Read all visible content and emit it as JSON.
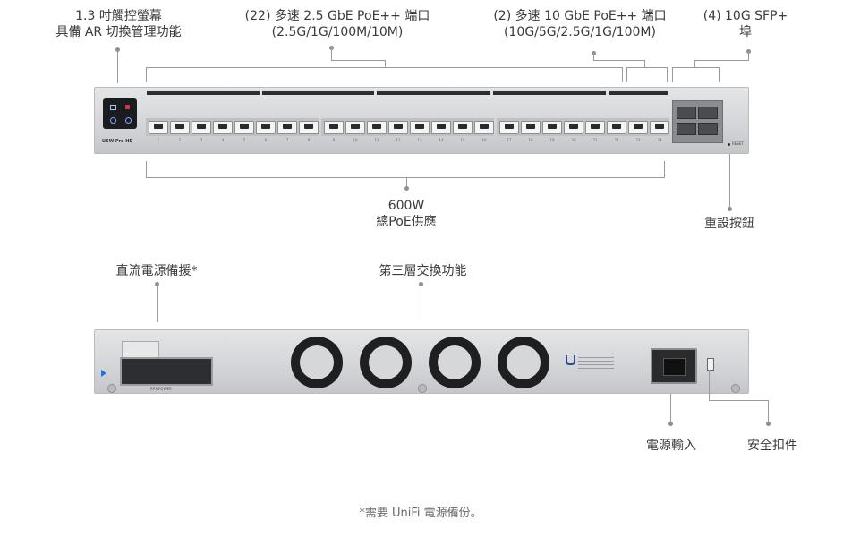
{
  "callouts": {
    "touchscreen": [
      "1.3 吋觸控螢幕",
      "具備 AR 切換管理功能"
    ],
    "ports_25g": [
      "(22) 多速 2.5 GbE PoE++ 端口",
      "(2.5G/1G/100M/10M)"
    ],
    "ports_10g": [
      "(2) 多速 10 GbE PoE++ 端口",
      "(10G/5G/2.5G/1G/100M)"
    ],
    "sfp": [
      "(4) 10G SFP+",
      "埠"
    ],
    "poe": [
      "600W",
      "總PoE供應"
    ],
    "reset": "重設按鈕",
    "redundant_power": "直流電源備援*",
    "layer3": "第三層交換功能",
    "power_input": "電源輸入",
    "security": "安全扣件"
  },
  "device": {
    "model_label": "USW Pro HD",
    "connector_label": "RPS POWER",
    "reset_small": "RESET"
  },
  "port_labels": [
    "1",
    "2",
    "3",
    "4",
    "5",
    "6",
    "7",
    "8",
    "9",
    "10",
    "11",
    "12",
    "13",
    "14",
    "15",
    "16",
    "17",
    "18",
    "19",
    "20",
    "21",
    "22",
    "23",
    "24"
  ],
  "footnote": "*需要 UniFi 電源備份。",
  "colors": {
    "chassis": "#d2d4d7",
    "text": "#3b3b3b",
    "line": "#9a9a9a",
    "accent": "#1a73e8"
  }
}
